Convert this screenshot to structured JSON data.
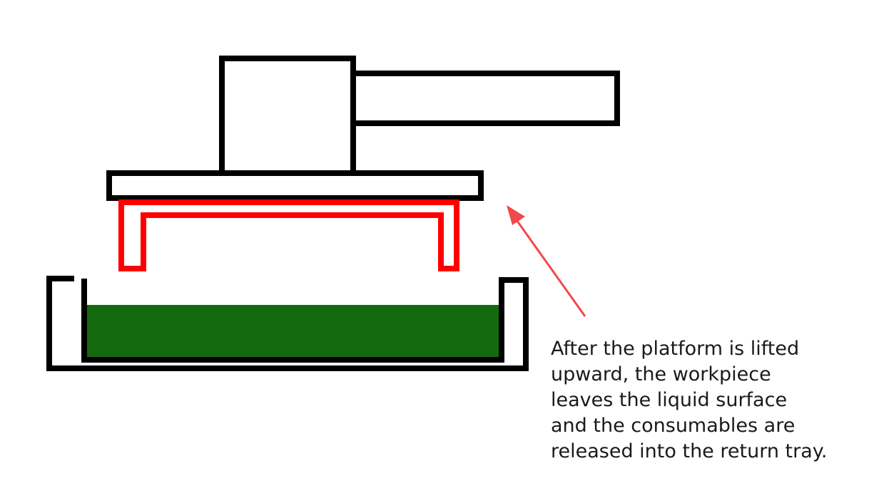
{
  "colors": {
    "outline": "#000000",
    "workpiece": "#ff0000",
    "liquid": "#136a0f",
    "arrow": "#f04a4a",
    "background": "#ffffff"
  },
  "caption": {
    "lines": [
      "After the platform is lifted",
      "upward, the workpiece",
      "leaves the liquid surface",
      "and the consumables are",
      "released into the return tray."
    ]
  }
}
